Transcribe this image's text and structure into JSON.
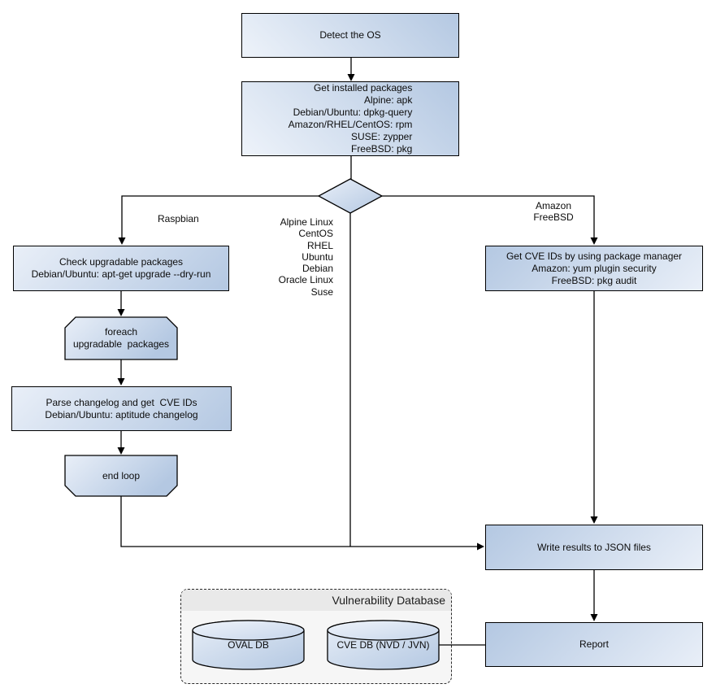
{
  "nodes": {
    "detect_os": {
      "label": "Detect the OS"
    },
    "get_installed_packages": {
      "label": "Get installed packages\nAlpine: apk\nDebian/Ubuntu: dpkg-query\nAmazon/RHEL/CentOS: rpm\nSUSE: zypper\nFreeBSD: pkg"
    },
    "check_upgradable": {
      "label": "Check upgradable packages\nDebian/Ubuntu: apt-get upgrade --dry-run"
    },
    "foreach_loop": {
      "label": "foreach\nupgradable  packages"
    },
    "parse_changelog": {
      "label": "Parse changelog and get  CVE IDs\nDebian/Ubuntu: aptitude changelog"
    },
    "end_loop": {
      "label": "end loop"
    },
    "get_cve_ids": {
      "label": "Get CVE IDs by using package manager\nAmazon: yum plugin security\nFreeBSD: pkg audit"
    },
    "write_results": {
      "label": "Write results to JSON files"
    },
    "report": {
      "label": "Report"
    }
  },
  "edge_labels": {
    "raspbian": "Raspbian",
    "os_list": "Alpine Linux\nCentOS\nRHEL\nUbuntu\nDebian\nOracle Linux\nSuse",
    "amazon_freebsd": "Amazon\nFreeBSD"
  },
  "database_group": {
    "title": "Vulnerability Database",
    "oval_db": {
      "label": "OVAL DB"
    },
    "cve_db": {
      "label": "CVE DB (NVD / JVN)"
    }
  },
  "colors": {
    "node_blue": "#b4c8e2",
    "node_light": "#e9eff8",
    "outline": "#000000",
    "group_bg": "#f6f6f6",
    "group_header_bg": "#e9e9e9"
  }
}
